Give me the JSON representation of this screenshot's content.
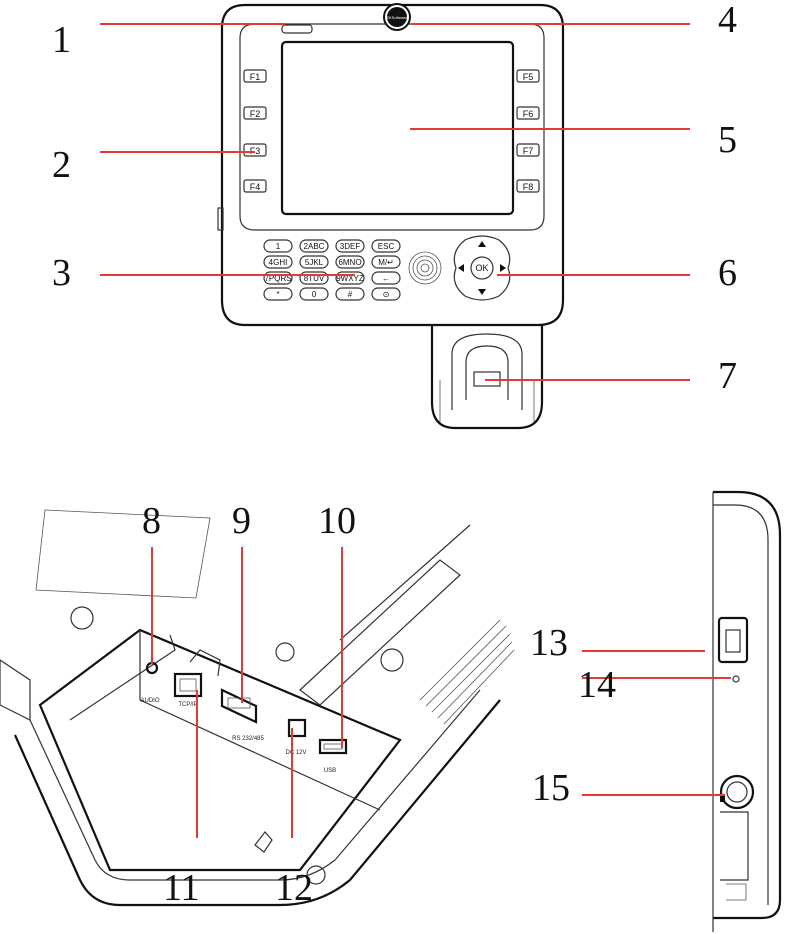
{
  "callouts": [
    "1",
    "2",
    "3",
    "4",
    "5",
    "6",
    "7",
    "8",
    "9",
    "10",
    "11",
    "12",
    "13",
    "14",
    "15"
  ],
  "front": {
    "fkeys": [
      "F1",
      "F2",
      "F3",
      "F4",
      "F5",
      "F6",
      "F7",
      "F8"
    ],
    "keypad": [
      "1",
      "2ABC",
      "3DEF",
      "ESC",
      "4GHI",
      "5JKL",
      "6MNO",
      "M/↵",
      "7PQRS",
      "8TUV",
      "9WXYZ",
      "←",
      "*",
      "0",
      "#",
      "⊙"
    ],
    "nav_ok": "OK"
  },
  "bottom": {
    "port_labels": [
      "AUDIO",
      "TCP/IP",
      "RS 232/485",
      "DC 12V",
      "USB"
    ]
  },
  "colors": {
    "leader_line": "#e53935",
    "drawing_stroke": "#111111",
    "background": "#ffffff"
  }
}
